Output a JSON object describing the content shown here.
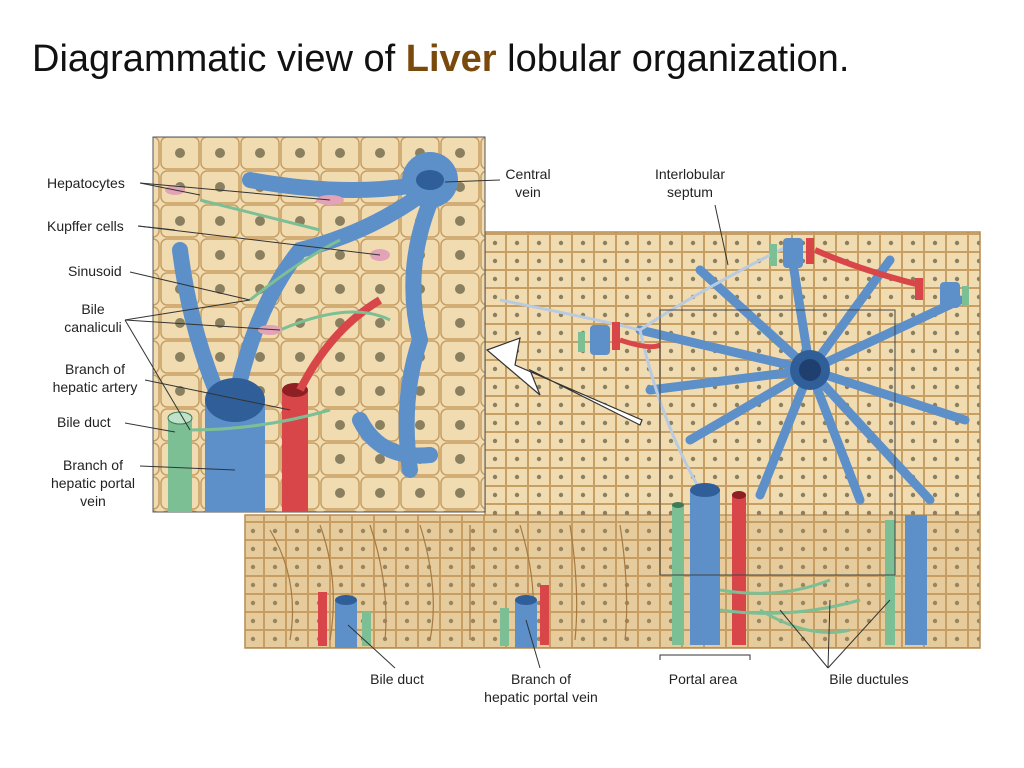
{
  "title": {
    "before": "Diagrammatic view of ",
    "accent": "Liver",
    "after": " lobular organization.",
    "accent_color": "#7a4a0c"
  },
  "colors": {
    "hepatocyte": "#f1dcb2",
    "hepatocyte_dark": "#dcc08e",
    "vein": "#5d8fc8",
    "vein_dark": "#2f5e98",
    "artery": "#d8464a",
    "bile": "#7cbf95",
    "kupffer": "#e2a3b6",
    "nucleus": "#8a8060"
  },
  "labels": {
    "hepatocytes": "Hepatocytes",
    "kupffer_cells": "Kupffer cells",
    "sinusoid": "Sinusoid",
    "bile_canaliculi_1": "Bile",
    "bile_canaliculi_2": "canaliculi",
    "branch_artery_1": "Branch of",
    "branch_artery_2": "hepatic artery",
    "bile_duct_inset": "Bile duct",
    "branch_portal_1": "Branch of",
    "branch_portal_2": "hepatic portal",
    "branch_portal_3": "vein",
    "central_vein_1": "Central",
    "central_vein_2": "vein",
    "septum_1": "Interlobular",
    "septum_2": "septum",
    "bile_duct_bottom": "Bile duct",
    "portal_bottom_1": "Branch of",
    "portal_bottom_2": "hepatic portal vein",
    "portal_area": "Portal area",
    "bile_ductules": "Bile ductules"
  }
}
